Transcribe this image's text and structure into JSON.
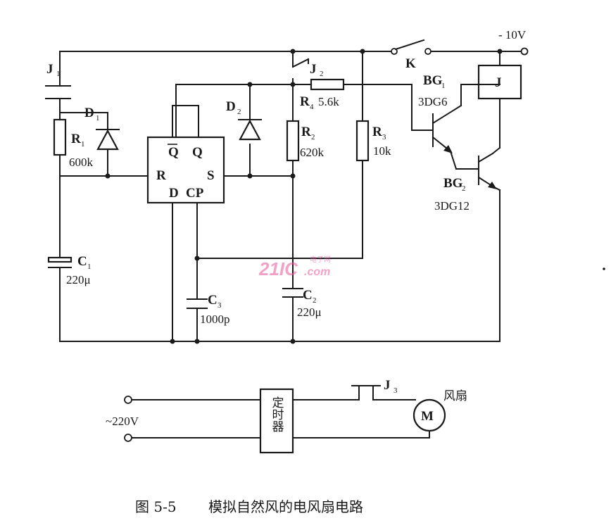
{
  "supply": {
    "label": "- 10V"
  },
  "switch_k": {
    "label": "K"
  },
  "relay": {
    "label": "J"
  },
  "contacts": {
    "j1": "J",
    "j1_sub": "1",
    "j2": "J",
    "j2_sub": "2",
    "j3": "J",
    "j3_sub": "3"
  },
  "resistors": {
    "r1": {
      "name": "R",
      "sub": "1",
      "value": "600k"
    },
    "r2": {
      "name": "R",
      "sub": "2",
      "value": "620k"
    },
    "r3": {
      "name": "R",
      "sub": "3",
      "value": "10k"
    },
    "r4": {
      "name": "R",
      "sub": "4",
      "value": "5.6k"
    }
  },
  "diodes": {
    "d1": {
      "name": "D",
      "sub": "1"
    },
    "d2": {
      "name": "D",
      "sub": "2"
    }
  },
  "capacitors": {
    "c1": {
      "name": "C",
      "sub": "1",
      "value": "220μ"
    },
    "c2": {
      "name": "C",
      "sub": "2",
      "value": "220μ"
    },
    "c3": {
      "name": "C",
      "sub": "3",
      "value": "1000p"
    }
  },
  "flipflop": {
    "qbar": "Q",
    "q": "Q",
    "r": "R",
    "s": "S",
    "d": "D",
    "cp": "CP"
  },
  "transistors": {
    "bg1": {
      "name": "BG",
      "sub": "1",
      "model": "3DG6"
    },
    "bg2": {
      "name": "BG",
      "sub": "2",
      "model": "3DG12"
    }
  },
  "mains": {
    "label": "~220V"
  },
  "timer": {
    "label": "定时器"
  },
  "motor": {
    "label": "M",
    "fan_label": "风扇"
  },
  "watermark": {
    "brand": "21IC",
    "dotcom": ".com",
    "cn": "电子网"
  },
  "caption": {
    "figure": "图 5-5",
    "title": "模拟自然风的电风扇电路"
  }
}
